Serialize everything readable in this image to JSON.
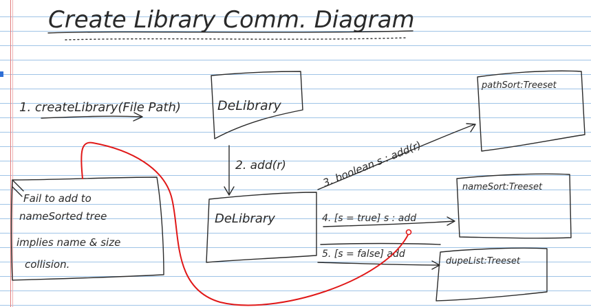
{
  "title": "Create Library Comm. Diagram",
  "step1": "1. createLibrary(File Path)",
  "objects": {
    "top_library": "DeLibrary",
    "library": "DeLibrary",
    "path_sort": "pathSort:Treeset",
    "name_sort": "nameSort:Treeset",
    "dupe_list": "dupeList:Treeset"
  },
  "messages": {
    "add": "2. add(r)",
    "m3": "3. boolean s : add(r)",
    "m4": "4. [s = true] s : add",
    "m5": "5. [s = false] add"
  },
  "note": [
    "Fail to add to",
    "nameSorted tree",
    "implies name & size",
    "collision."
  ],
  "colors": {
    "ink": "#2a2a2a",
    "rule_line": "#9ec3e6",
    "margin": "#e07a7a",
    "accent_red": "#e01818"
  }
}
